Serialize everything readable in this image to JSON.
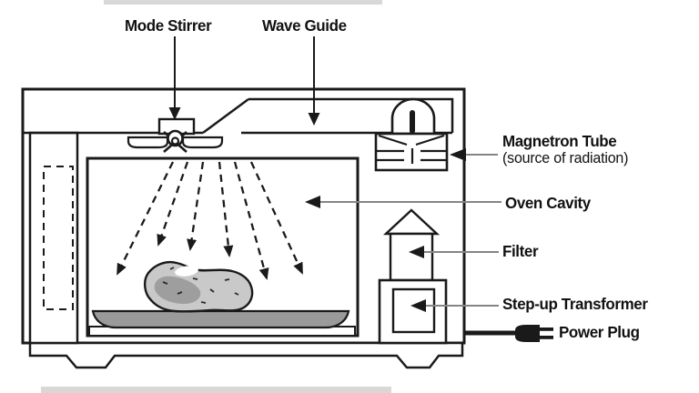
{
  "page": {
    "background": "#ffffff"
  },
  "labels": {
    "mode_stirrer": "Mode Stirrer",
    "wave_guide": "Wave Guide",
    "magnetron_tube": "Magnetron Tube",
    "magnetron_tube_sub": "(source of radiation)",
    "oven_cavity": "Oven Cavity",
    "filter": "Filter",
    "step_up_transformer": "Step-up Transformer",
    "power_plug": "Power Plug"
  },
  "colors": {
    "line": "#1a1a1a",
    "leader_line": "#858585",
    "label_text": "#111111",
    "plate_fill": "#9a9a9a",
    "food_fill": "#c9c9c9",
    "food_shadow": "#9e9e9e",
    "food_highlight": "#ffffff",
    "edge_strip": "#d8d8d8"
  },
  "diagram": {
    "type": "labeled-schematic",
    "subject": "Microwave oven cross-section",
    "components": [
      "Mode Stirrer",
      "Wave Guide",
      "Magnetron Tube (source of radiation)",
      "Oven Cavity",
      "Filter",
      "Step-up Transformer",
      "Power Plug"
    ]
  }
}
